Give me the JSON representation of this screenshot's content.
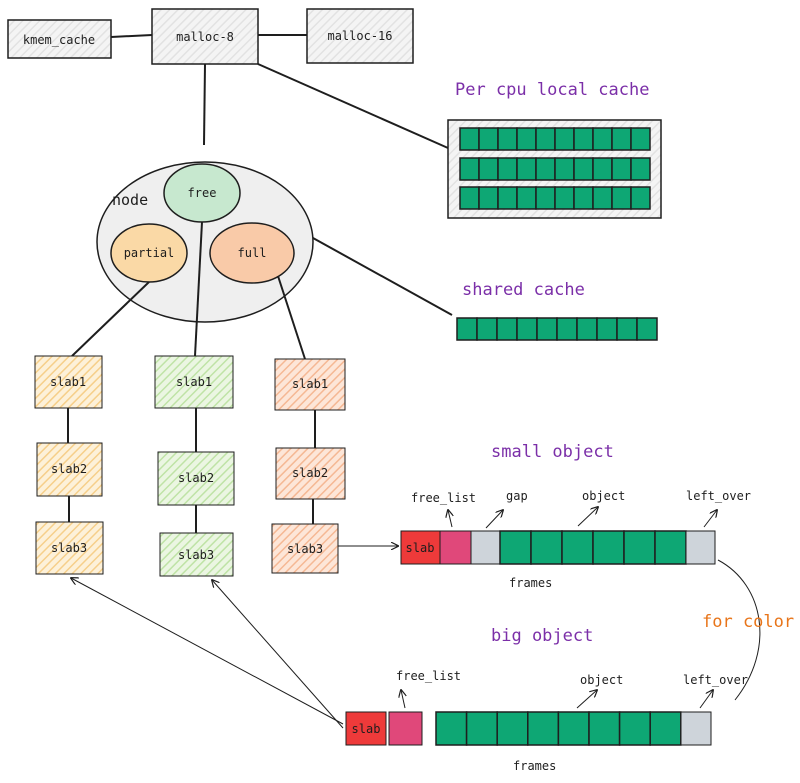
{
  "top": {
    "kmem_cache": "kmem_cache",
    "malloc8": "malloc-8",
    "malloc16": "malloc-16"
  },
  "node": {
    "label": "node",
    "free": "free",
    "partial": "partial",
    "full": "full"
  },
  "per_cpu": {
    "title": "Per cpu local cache"
  },
  "shared": {
    "title": "shared cache"
  },
  "slabs": {
    "partial": [
      "slab1",
      "slab2",
      "slab3"
    ],
    "free": [
      "slab1",
      "slab2",
      "slab3"
    ],
    "full": [
      "slab1",
      "slab2",
      "slab3"
    ]
  },
  "small": {
    "title": "small object",
    "slab": "slab",
    "free_list": "free_list",
    "gap": "gap",
    "object": "object",
    "left_over": "left_over",
    "frames": "frames"
  },
  "for_color": "for color",
  "big": {
    "title": "big object",
    "slab": "slab",
    "free_list": "free_list",
    "object": "object",
    "left_over": "left_over",
    "frames": "frames"
  },
  "colors": {
    "green": "#0ea774",
    "free_green": "#c7e8cf",
    "partial_orange": "#fad9a6",
    "full_orange": "#f9caa8",
    "slab_yellow": "#fbe2b5",
    "slab_green": "#d6eec3",
    "slab_peach": "#f9d0b6",
    "slab_red": "#ee3a3a",
    "free_list_pink": "#e0487a",
    "gray": "#ced4da",
    "purple": "#7b2fa8",
    "orange": "#e8751a"
  }
}
